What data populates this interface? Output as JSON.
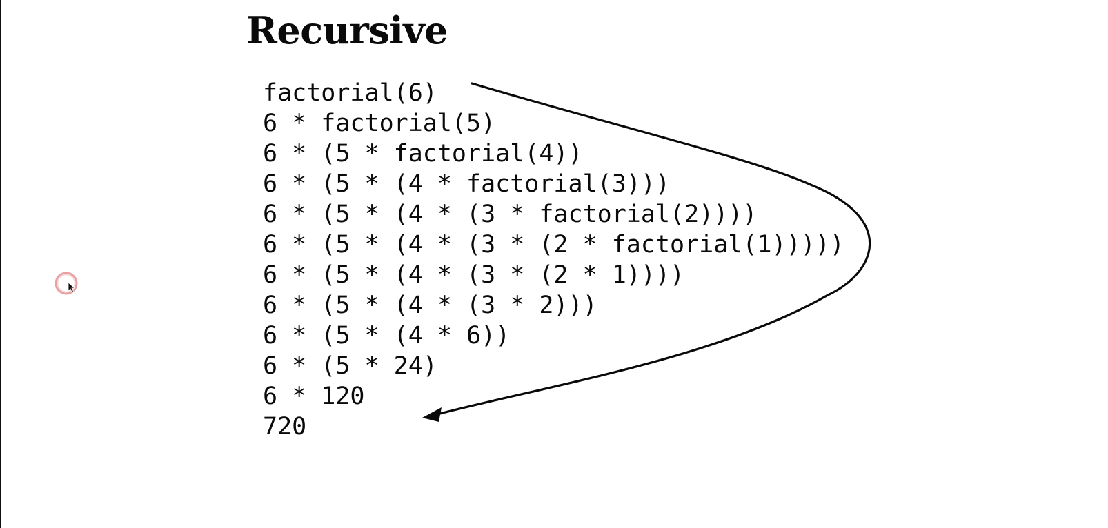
{
  "slide": {
    "title": "Recursive",
    "lines": [
      "factorial(6)",
      "6 * factorial(5)",
      "6 * (5 * factorial(4))",
      "6 * (5 * (4 * factorial(3)))",
      "6 * (5 * (4 * (3 * factorial(2))))",
      "6 * (5 * (4 * (3 * (2 * factorial(1)))))",
      "6 * (5 * (4 * (3 * (2 * 1))))",
      "6 * (5 * (4 * (3 * 2)))",
      "6 * (5 * (4 * 6))",
      "6 * (5 * 24)",
      "6 * 120",
      "720"
    ]
  },
  "colors": {
    "text": "#0a0a0a",
    "background": "#ffffff",
    "cursor_ring": "#e8a0a0"
  },
  "icons": {
    "arrow": "curved-arrow-icon",
    "cursor": "cursor-icon"
  }
}
